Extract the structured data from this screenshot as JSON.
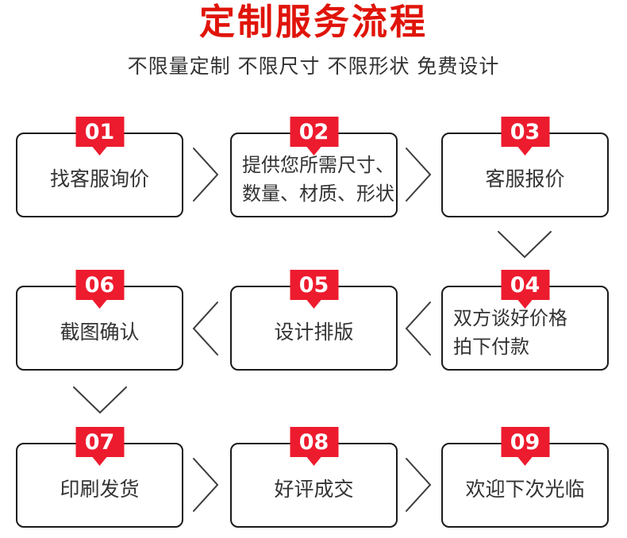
{
  "header": {
    "title": "定制服务流程",
    "subtitle": "不限量定制 不限尺寸 不限形状 免费设计"
  },
  "colors": {
    "accent_red": "#ed1b2e",
    "title_red": "#e0140a",
    "box_border": "#1a1a1a",
    "text_dark": "#333333",
    "arrow_color": "#3c3c3c"
  },
  "steps": [
    {
      "number": "01",
      "label": "找客服询价"
    },
    {
      "number": "02",
      "label": "提供您所需尺寸、\n数量、材质、形状"
    },
    {
      "number": "03",
      "label": "客服报价"
    },
    {
      "number": "04",
      "label": "双方谈好价格\n拍下付款"
    },
    {
      "number": "05",
      "label": "设计排版"
    },
    {
      "number": "06",
      "label": "截图确认"
    },
    {
      "number": "07",
      "label": "印刷发货"
    },
    {
      "number": "08",
      "label": "好评成交"
    },
    {
      "number": "09",
      "label": "欢迎下次光临"
    }
  ],
  "connections": [
    {
      "from": "01",
      "to": "02",
      "direction": "right"
    },
    {
      "from": "02",
      "to": "03",
      "direction": "right"
    },
    {
      "from": "03",
      "to": "04",
      "direction": "down"
    },
    {
      "from": "04",
      "to": "05",
      "direction": "left"
    },
    {
      "from": "05",
      "to": "06",
      "direction": "left"
    },
    {
      "from": "06",
      "to": "07",
      "direction": "down"
    },
    {
      "from": "07",
      "to": "08",
      "direction": "right"
    },
    {
      "from": "08",
      "to": "09",
      "direction": "right"
    }
  ]
}
